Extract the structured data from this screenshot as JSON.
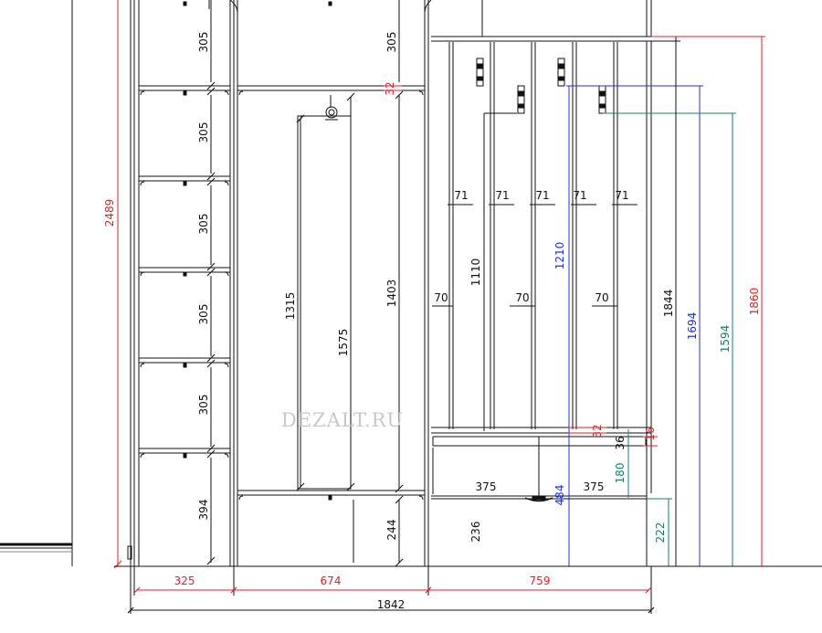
{
  "watermark": "DEZALT.RU",
  "colors": {
    "black": "#111111",
    "red": "#e0202a",
    "blue": "#2030e0",
    "teal": "#108070",
    "gray": "#c8c8c8"
  },
  "dims": {
    "shelf_305": "305",
    "bottom_394": "394",
    "total_height": "2489",
    "rail_gap": "32",
    "rod_1315": "1315",
    "rod_1575": "1575",
    "height_1403": "1403",
    "height_244": "244",
    "spacing_71": "71",
    "spacing_70": "70",
    "hook_1110": "1110",
    "hook_1210": "1210",
    "seat_32": "32",
    "seat_16": "16",
    "seat_36": "36",
    "drawer_375": "375",
    "drawer_180": "180",
    "height_484": "484",
    "height_236": "236",
    "height_222": "222",
    "height_1844": "1844",
    "height_1694": "1694",
    "height_1594": "1594",
    "height_1860": "1860",
    "width_325": "325",
    "width_674": "674",
    "width_759": "759",
    "width_1842": "1842"
  }
}
